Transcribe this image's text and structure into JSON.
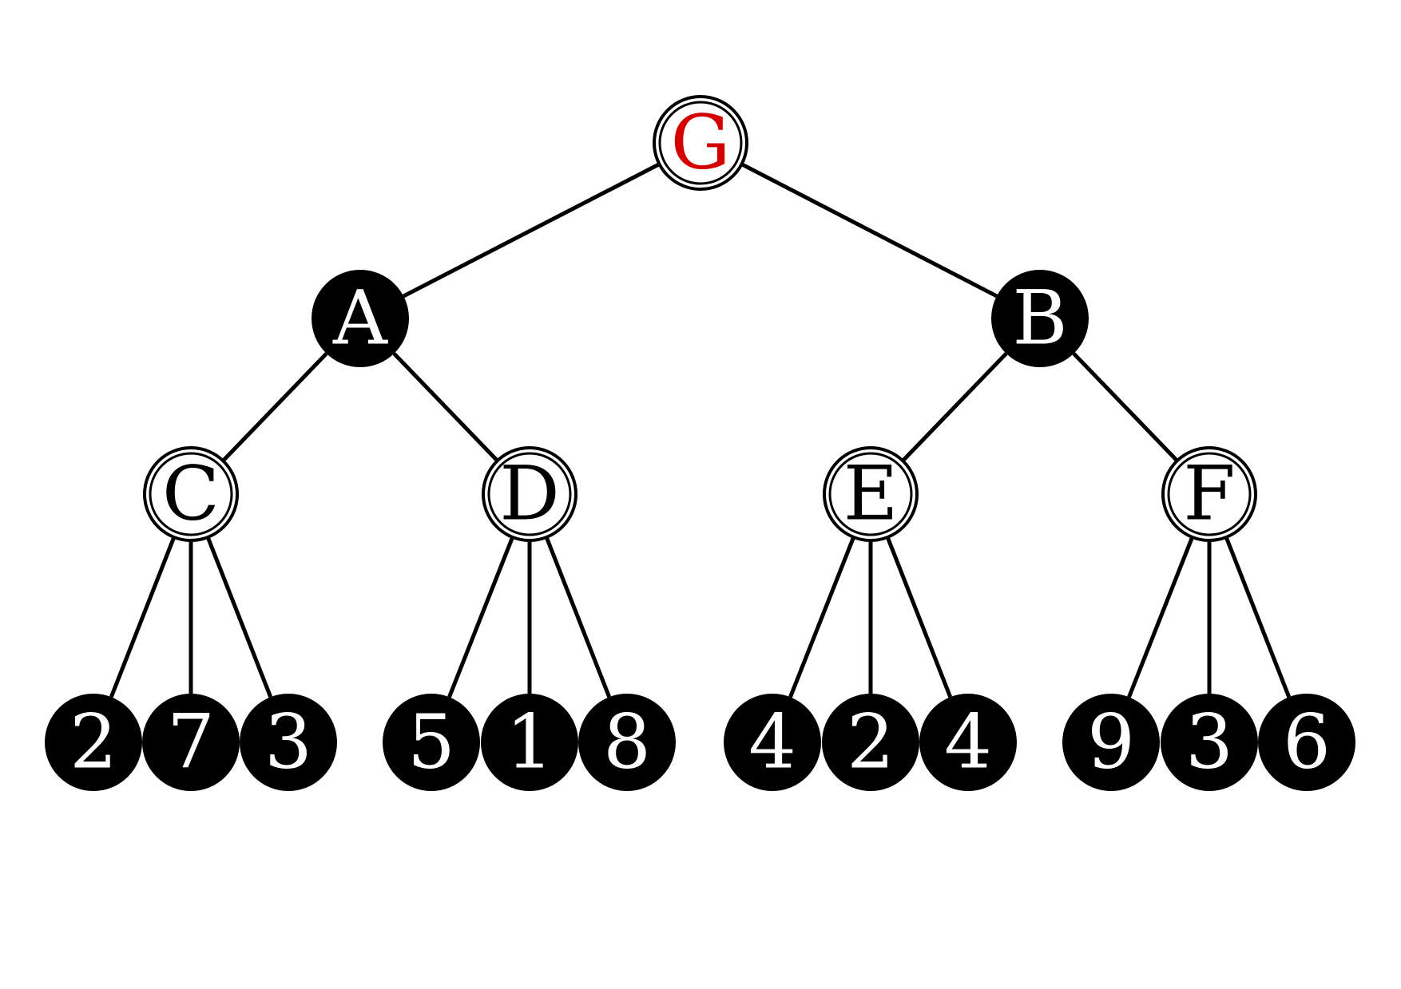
{
  "tree": {
    "root": {
      "label": "G"
    },
    "level1": [
      {
        "label": "A"
      },
      {
        "label": "B"
      }
    ],
    "level2": [
      {
        "label": "C"
      },
      {
        "label": "D"
      },
      {
        "label": "E"
      },
      {
        "label": "F"
      }
    ],
    "leaves": [
      {
        "value": "2"
      },
      {
        "value": "7"
      },
      {
        "value": "3"
      },
      {
        "value": "5"
      },
      {
        "value": "1"
      },
      {
        "value": "8"
      },
      {
        "value": "4"
      },
      {
        "value": "2"
      },
      {
        "value": "4"
      },
      {
        "value": "9"
      },
      {
        "value": "3"
      },
      {
        "value": "6"
      }
    ]
  },
  "colors": {
    "root_label": "#d40000",
    "filled_node": "#000000",
    "open_node_fill": "#ffffff",
    "stroke": "#000000",
    "light_label": "#ffffff",
    "dark_label": "#000000"
  }
}
